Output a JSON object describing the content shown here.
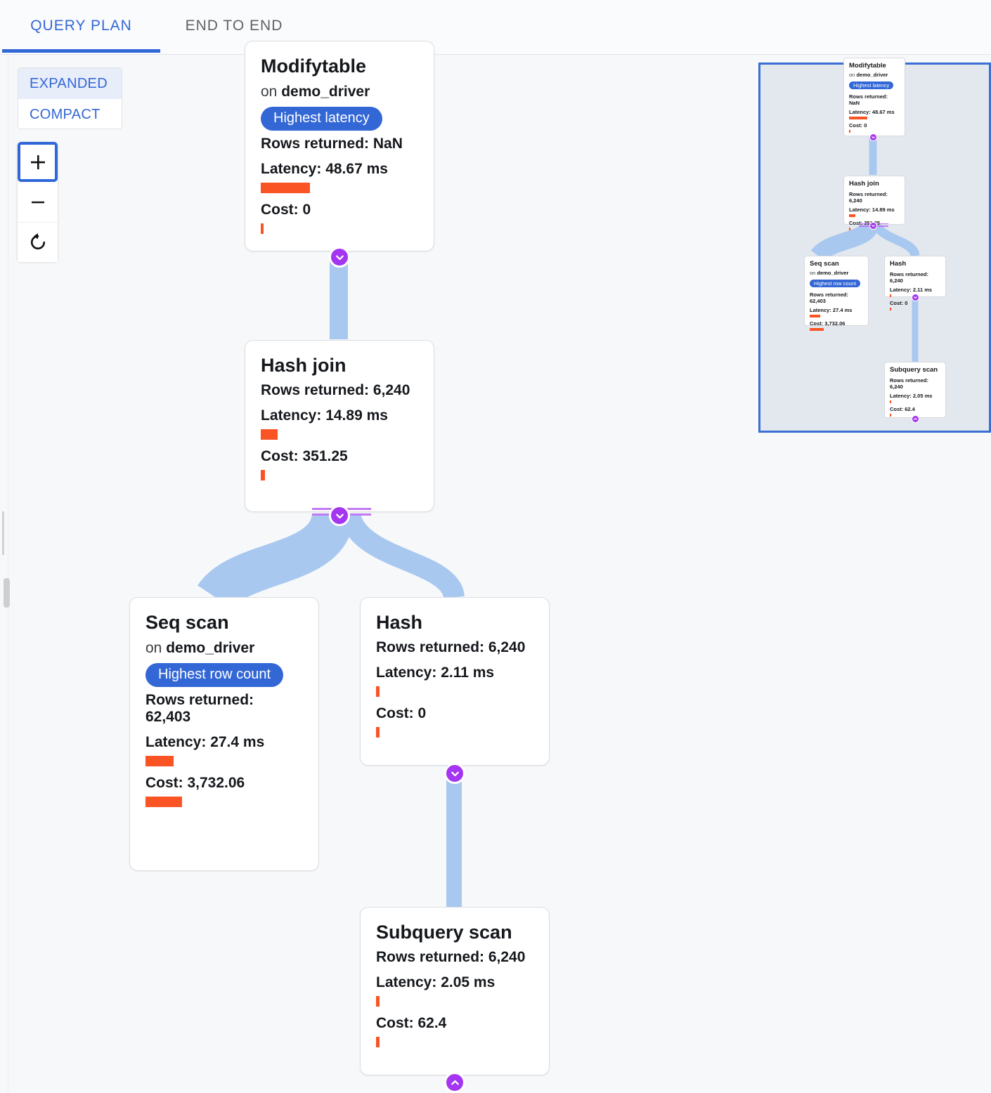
{
  "tabs": [
    {
      "label": "QUERY PLAN",
      "active": true
    },
    {
      "label": "END TO END",
      "active": false
    }
  ],
  "view_toggle": {
    "expanded_label": "EXPANDED",
    "compact_label": "COMPACT",
    "selected": "EXPANDED"
  },
  "zoom_controls": {
    "zoom_in_label": "+",
    "zoom_out_label": "−",
    "reset_label": "↺"
  },
  "colors": {
    "accent_blue": "#3367d6",
    "badge_blue": "#3367d6",
    "bar_orange": "#fa5425",
    "edge_blue": "#a8c8f0",
    "connector_purple": "#a435f0",
    "minimap_border": "#3b6fd4",
    "minimap_bg": "#e3e8ee"
  },
  "nodes": {
    "modifytable": {
      "title": "Modifytable",
      "on_prefix": "on ",
      "relation": "demo_driver",
      "badge": "Highest latency",
      "rows": "Rows returned: NaN",
      "latency": "Latency: 48.67 ms",
      "cost": "Cost: 0",
      "latency_bar_width": 70,
      "cost_bar_width": 4
    },
    "hash_join": {
      "title": "Hash join",
      "rows": "Rows returned: 6,240",
      "latency": "Latency: 14.89 ms",
      "cost": "Cost: 351.25",
      "latency_bar_width": 24,
      "cost_bar_width": 6
    },
    "seq_scan": {
      "title": "Seq scan",
      "on_prefix": "on ",
      "relation": "demo_driver",
      "badge": "Highest row count",
      "rows": "Rows returned: 62,403",
      "latency": "Latency: 27.4 ms",
      "cost": "Cost: 3,732.06",
      "latency_bar_width": 40,
      "cost_bar_width": 52
    },
    "hash": {
      "title": "Hash",
      "rows": "Rows returned: 6,240",
      "latency": "Latency: 2.11 ms",
      "cost": "Cost: 0",
      "latency_bar_width": 5,
      "cost_bar_width": 5
    },
    "subquery_scan": {
      "title": "Subquery scan",
      "rows": "Rows returned: 6,240",
      "latency": "Latency: 2.05 ms",
      "cost": "Cost: 62.4",
      "latency_bar_width": 5,
      "cost_bar_width": 5
    }
  },
  "minimap": {
    "modifytable": {
      "title": "Modifytable",
      "on_prefix": "on ",
      "relation": "demo_driver",
      "badge": "Highest latency",
      "rows": "Rows returned: NaN",
      "latency": "Latency: 48.67 ms",
      "cost": "Cost: 0",
      "latency_bar_width": 26,
      "cost_bar_width": 2
    },
    "hash_join": {
      "title": "Hash join",
      "rows": "Rows returned: 6,240",
      "latency": "Latency: 14.89 ms",
      "cost": "Cost: 351.25",
      "latency_bar_width": 9,
      "cost_bar_width": 2
    },
    "seq_scan": {
      "title": "Seq scan",
      "on_prefix": "on ",
      "relation": "demo_driver",
      "badge": "Highest row count",
      "rows": "Rows returned: 62,403",
      "latency": "Latency: 27.4 ms",
      "cost": "Cost: 3,732.06",
      "latency_bar_width": 15,
      "cost_bar_width": 20
    },
    "hash": {
      "title": "Hash",
      "rows": "Rows returned: 6,240",
      "latency": "Latency: 2.11 ms",
      "cost": "Cost: 0",
      "latency_bar_width": 2,
      "cost_bar_width": 2
    },
    "subquery_scan": {
      "title": "Subquery scan",
      "rows": "Rows returned: 6,240",
      "latency": "Latency: 2.05 ms",
      "cost": "Cost: 62.4",
      "latency_bar_width": 2,
      "cost_bar_width": 2
    }
  },
  "icons": {
    "chevron_down": "chevron-down-icon",
    "chevron_up": "chevron-up-icon",
    "plus": "plus-icon",
    "minus": "minus-icon",
    "reset": "reset-icon"
  }
}
